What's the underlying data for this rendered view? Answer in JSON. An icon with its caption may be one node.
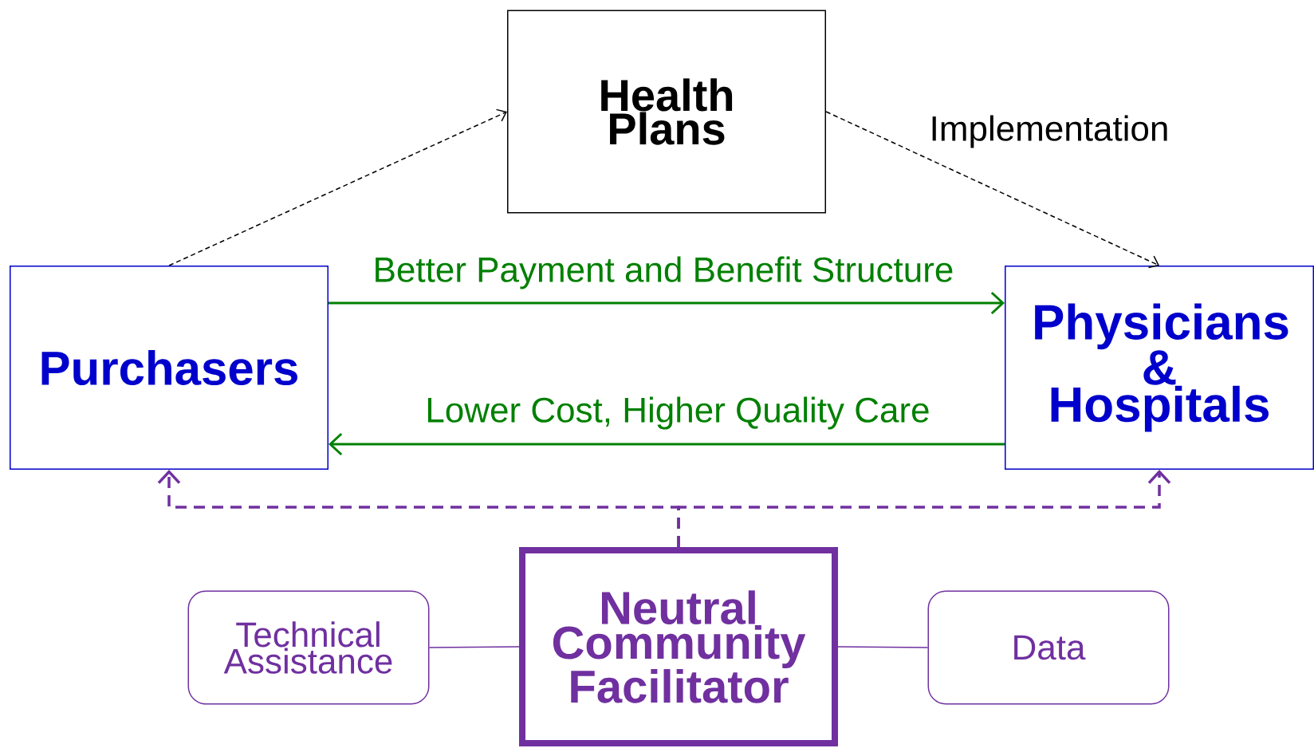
{
  "diagram": {
    "nodes": [
      {
        "text": [
          "Health Plans"
        ]
      },
      {
        "text": [
          "Purchasers"
        ]
      },
      {
        "text": [
          "Physicians & Hospitals"
        ]
      },
      {
        "text": [
          "Neutral Community Facilitator"
        ]
      },
      {
        "text": [
          "Technical Assistance"
        ]
      },
      {
        "text": [
          "Data"
        ]
      }
    ],
    "edges": [
      {
        "from": 1,
        "to": 0,
        "arrow": "to",
        "style": "dashed",
        "color": "#000000"
      },
      {
        "from": 0,
        "to": 2,
        "arrow": "to",
        "style": "dashed",
        "color": "#000000",
        "label": "Implementation"
      },
      {
        "from": 1,
        "to": 2,
        "arrow": "to",
        "color": "#008000",
        "label": "Better Payment and Benefit Structure"
      },
      {
        "from": 2,
        "to": 1,
        "arrow": "to",
        "color": "#008000",
        "label": "Lower Cost, Higher Quality Care"
      },
      {
        "from": 3,
        "to": 1,
        "arrow": "to",
        "style": "dashed",
        "color": "#7030a0"
      },
      {
        "from": 3,
        "to": 2,
        "arrow": "to",
        "style": "dashed",
        "color": "#7030a0"
      },
      {
        "from": 4,
        "to": 3,
        "arrow": "none",
        "color": "#7030a0"
      },
      {
        "from": 3,
        "to": 5,
        "arrow": "none",
        "color": "#7030a0"
      }
    ]
  }
}
